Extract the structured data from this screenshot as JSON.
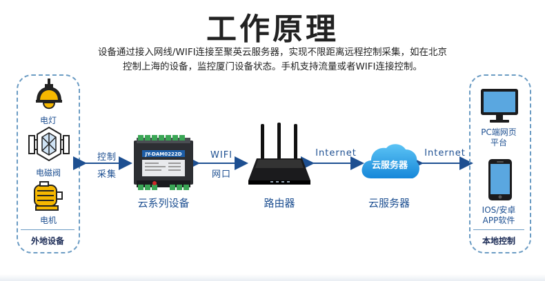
{
  "title": "工作原理",
  "description": {
    "line1": "设备通过接入网线/WIFI连接至聚英云服务器，实现不限距离远程控制采集，如在北京",
    "line2": "控制上海的设备，监控厦门设备状态。手机支持流量或者WIFI连接控制。"
  },
  "left_panel": {
    "items": [
      {
        "label": "电灯",
        "icon": "lamp-icon"
      },
      {
        "label": "电磁阀",
        "icon": "solenoid-valve-icon"
      },
      {
        "label": "电机",
        "icon": "motor-icon"
      }
    ],
    "footer": "外地设备"
  },
  "links": {
    "control_collect": {
      "line1": "控制",
      "line2": "采集"
    },
    "wifi_net": {
      "line1": "WIFI",
      "line2": "网口"
    },
    "internet_left": "Internet",
    "internet_right": "Internet"
  },
  "device": {
    "label": "云系列设备",
    "model": "JY-DAM0222D"
  },
  "router": {
    "label": "路由器"
  },
  "cloud": {
    "label": "云服务器",
    "inner": "云服务器"
  },
  "right_panel": {
    "pc": {
      "line1": "PC端网页",
      "line2": "平台"
    },
    "phone": {
      "line1": "IOS/安卓",
      "line2": "APP软件"
    },
    "footer": "本地控制"
  },
  "colors": {
    "blue": "#1d4f91",
    "dashed": "#6a9bc3",
    "cloud": "#2a9fe0",
    "lamp": "#f6b800"
  }
}
